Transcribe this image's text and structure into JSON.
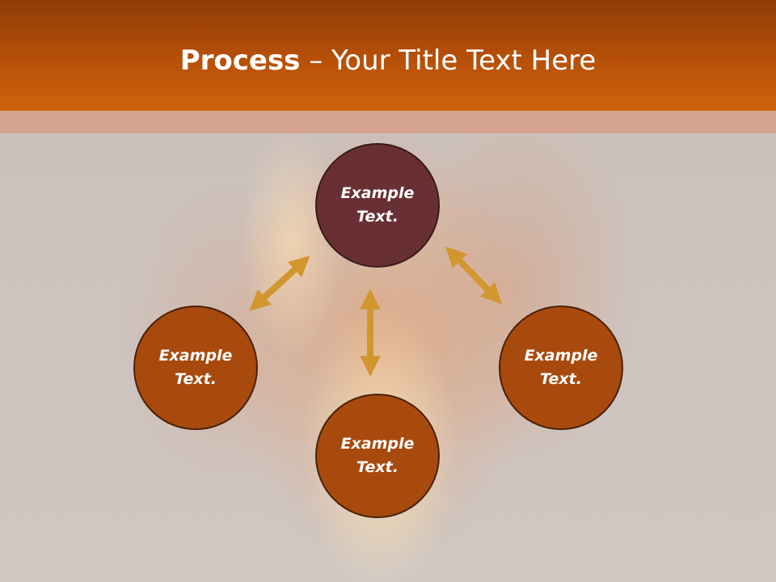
{
  "slide": {
    "title_bold": "Process",
    "title_rest": " – Your Title Text Here"
  },
  "nodes": [
    {
      "id": "top",
      "label": "Example Text."
    },
    {
      "id": "left",
      "label": "Example Text."
    },
    {
      "id": "right",
      "label": "Example Text."
    },
    {
      "id": "bottom",
      "label": "Example Text."
    }
  ],
  "colors": {
    "header_dark": "#8e3c07",
    "header_light": "#d1620c",
    "node_top": "#693033",
    "node_other": "#a84a0e",
    "arrow": "#d2962e"
  }
}
